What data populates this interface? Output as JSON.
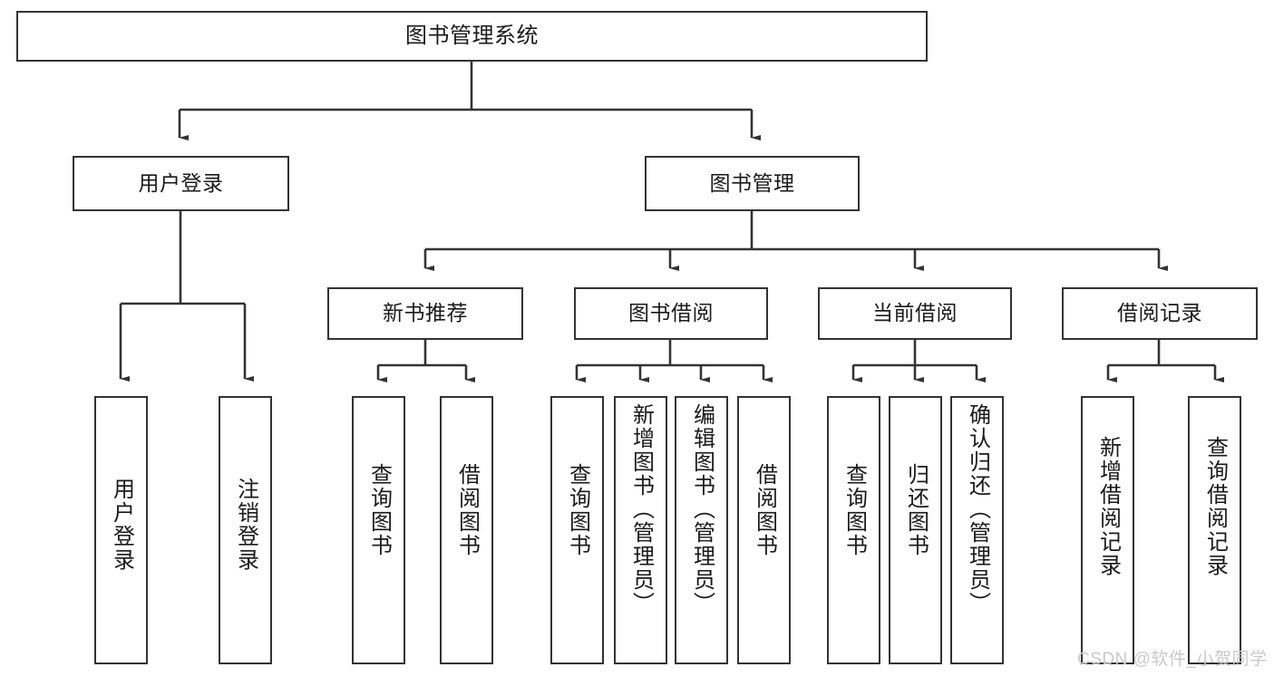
{
  "diagram": {
    "type": "tree",
    "title": "图书管理系统",
    "watermark": "CSDN @软件_小贺同学",
    "colors": {
      "box_stroke": "#333333",
      "box_fill": "#ffffff",
      "link_stroke": "#333333",
      "text": "#1a1a1a",
      "watermark": "#c9c9c9"
    },
    "nodes": {
      "root": {
        "label": "图书管理系统"
      },
      "level2": [
        {
          "label": "用户登录"
        },
        {
          "label": "图书管理"
        }
      ],
      "level3": [
        {
          "label": "新书推荐"
        },
        {
          "label": "图书借阅"
        },
        {
          "label": "当前借阅"
        },
        {
          "label": "借阅记录"
        }
      ],
      "leaves_user_login": [
        {
          "label": "用户登录"
        },
        {
          "label": "注销登录"
        }
      ],
      "leaves_new_book": [
        {
          "label": "查询图书"
        },
        {
          "label": "借阅图书"
        }
      ],
      "leaves_borrow": [
        {
          "label": "查询图书"
        },
        {
          "label": "新增图书（管理员）"
        },
        {
          "label": "编辑图书（管理员）"
        },
        {
          "label": "借阅图书"
        }
      ],
      "leaves_current": [
        {
          "label": "查询图书"
        },
        {
          "label": "归还图书"
        },
        {
          "label": "确认归还（管理员）"
        }
      ],
      "leaves_records": [
        {
          "label": "新增借阅记录"
        },
        {
          "label": "查询借阅记录"
        }
      ]
    }
  }
}
